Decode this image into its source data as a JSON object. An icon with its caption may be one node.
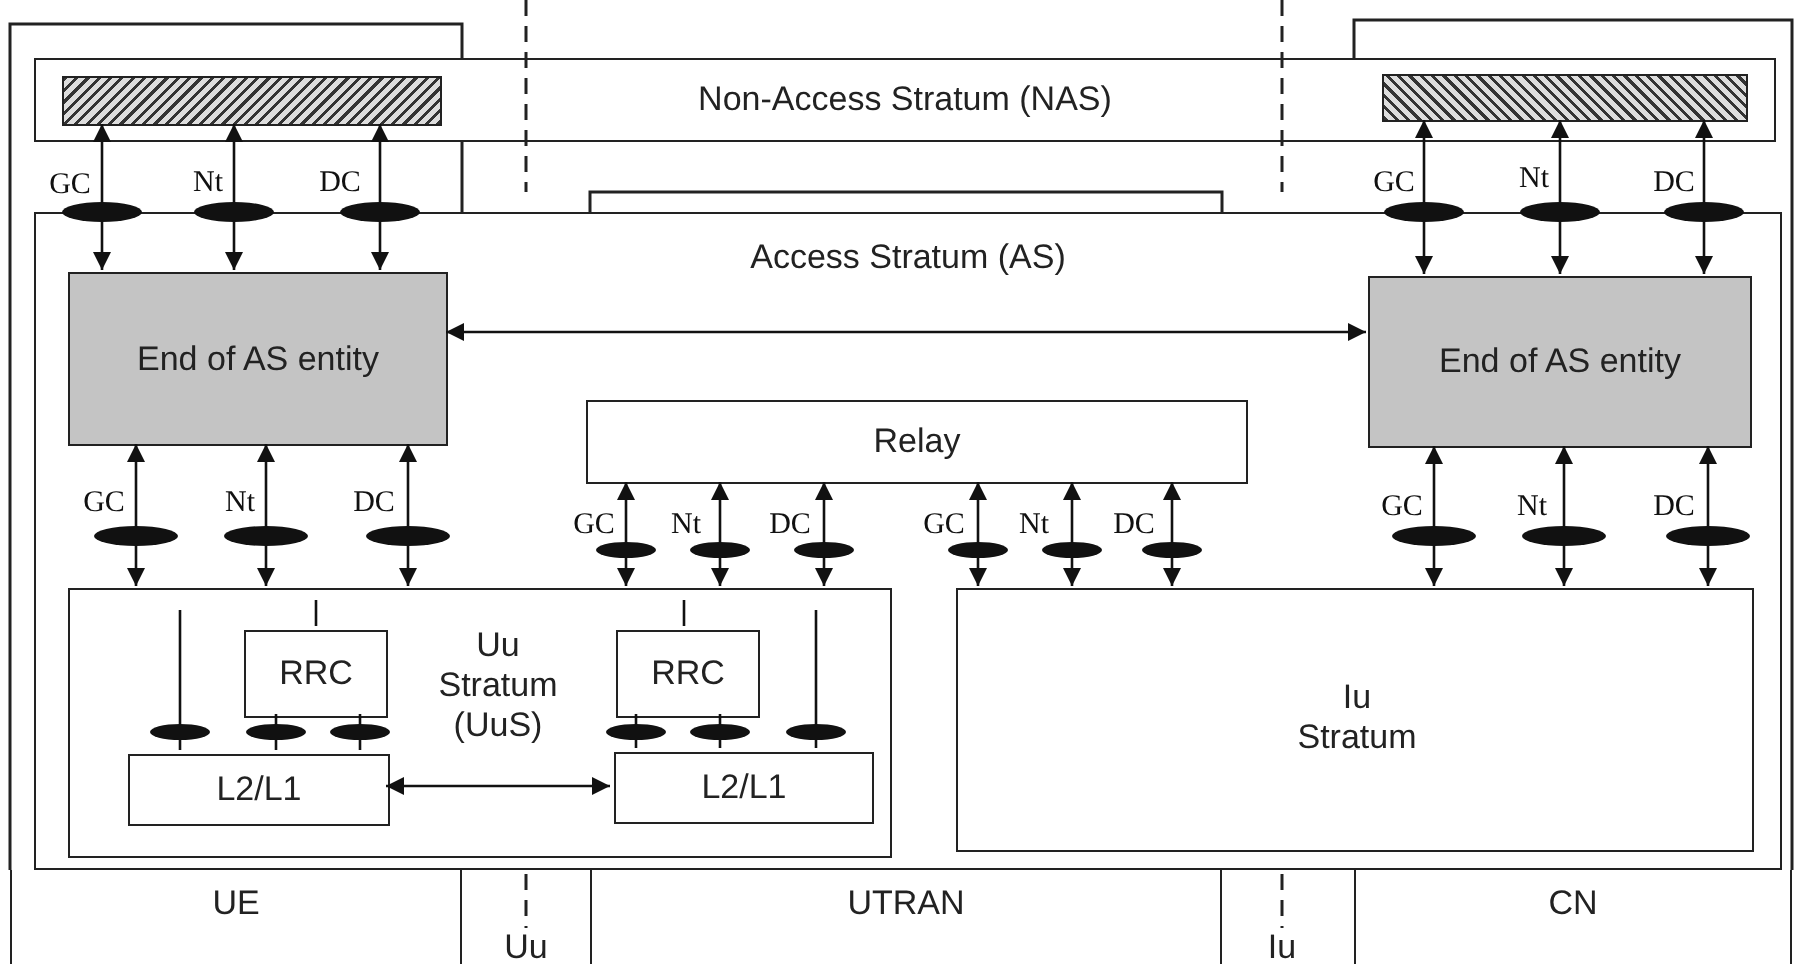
{
  "diagram": {
    "nodes": [
      {
        "text": [
          "UE"
        ]
      },
      {
        "text": [
          "UTRAN"
        ]
      },
      {
        "text": [
          "CN"
        ]
      },
      {
        "text": [
          "Non-Access Stratum (NAS)"
        ]
      },
      {
        "text": [],
        "shape": "bar",
        "in": 3
      },
      {
        "text": [],
        "shape": "bar",
        "in": 3
      },
      {
        "text": [
          "Access Stratum (AS)"
        ]
      },
      {
        "text": [
          "End of AS entity"
        ],
        "in": 6
      },
      {
        "text": [
          "End of AS entity"
        ],
        "in": 6
      },
      {
        "text": [
          "Relay"
        ],
        "in": 6
      },
      {
        "text": [
          "Uu Stratum (UuS)"
        ],
        "in": 6
      },
      {
        "text": [
          "RRC"
        ],
        "in": 10
      },
      {
        "text": [
          "RRC"
        ],
        "in": 10
      },
      {
        "text": [
          "L2/L1"
        ],
        "in": 10
      },
      {
        "text": [
          "L2/L1"
        ],
        "in": 10
      },
      {
        "text": [
          "Iu Stratum"
        ],
        "in": 6
      }
    ],
    "edges": [
      {
        "from": 4,
        "to": 7,
        "arrow": "both",
        "label": "GC"
      },
      {
        "from": 4,
        "to": 7,
        "arrow": "both",
        "label": "Nt"
      },
      {
        "from": 4,
        "to": 7,
        "arrow": "both",
        "label": "DC"
      },
      {
        "from": 5,
        "to": 8,
        "arrow": "both",
        "label": "GC"
      },
      {
        "from": 5,
        "to": 8,
        "arrow": "both",
        "label": "Nt"
      },
      {
        "from": 5,
        "to": 8,
        "arrow": "both",
        "label": "DC"
      },
      {
        "from": 7,
        "to": 8,
        "arrow": "both"
      },
      {
        "from": 7,
        "to": 10,
        "arrow": "both",
        "label": "GC"
      },
      {
        "from": 7,
        "to": 10,
        "arrow": "both",
        "label": "Nt"
      },
      {
        "from": 7,
        "to": 10,
        "arrow": "both",
        "label": "DC"
      },
      {
        "from": 9,
        "to": 10,
        "arrow": "both",
        "label": "GC"
      },
      {
        "from": 9,
        "to": 10,
        "arrow": "both",
        "label": "Nt"
      },
      {
        "from": 9,
        "to": 10,
        "arrow": "both",
        "label": "DC"
      },
      {
        "from": 9,
        "to": 15,
        "arrow": "both",
        "label": "GC"
      },
      {
        "from": 9,
        "to": 15,
        "arrow": "both",
        "label": "Nt"
      },
      {
        "from": 9,
        "to": 15,
        "arrow": "both",
        "label": "DC"
      },
      {
        "from": 8,
        "to": 15,
        "arrow": "both",
        "label": "GC"
      },
      {
        "from": 8,
        "to": 15,
        "arrow": "both",
        "label": "Nt"
      },
      {
        "from": 8,
        "to": 15,
        "arrow": "both",
        "label": "DC"
      },
      {
        "from": 13,
        "to": 14,
        "arrow": "both"
      },
      {
        "from": null,
        "to": 13,
        "arrow": "none"
      },
      {
        "from": null,
        "to": 11,
        "arrow": "none"
      },
      {
        "from": 11,
        "to": 13,
        "arrow": "none"
      },
      {
        "from": 11,
        "to": 13,
        "arrow": "none"
      },
      {
        "from": null,
        "to": 12,
        "arrow": "none"
      },
      {
        "from": 12,
        "to": 14,
        "arrow": "none"
      },
      {
        "from": 12,
        "to": 14,
        "arrow": "none"
      },
      {
        "from": null,
        "to": 14,
        "arrow": "none"
      }
    ],
    "labels": [
      "Uu",
      "Iu"
    ]
  }
}
